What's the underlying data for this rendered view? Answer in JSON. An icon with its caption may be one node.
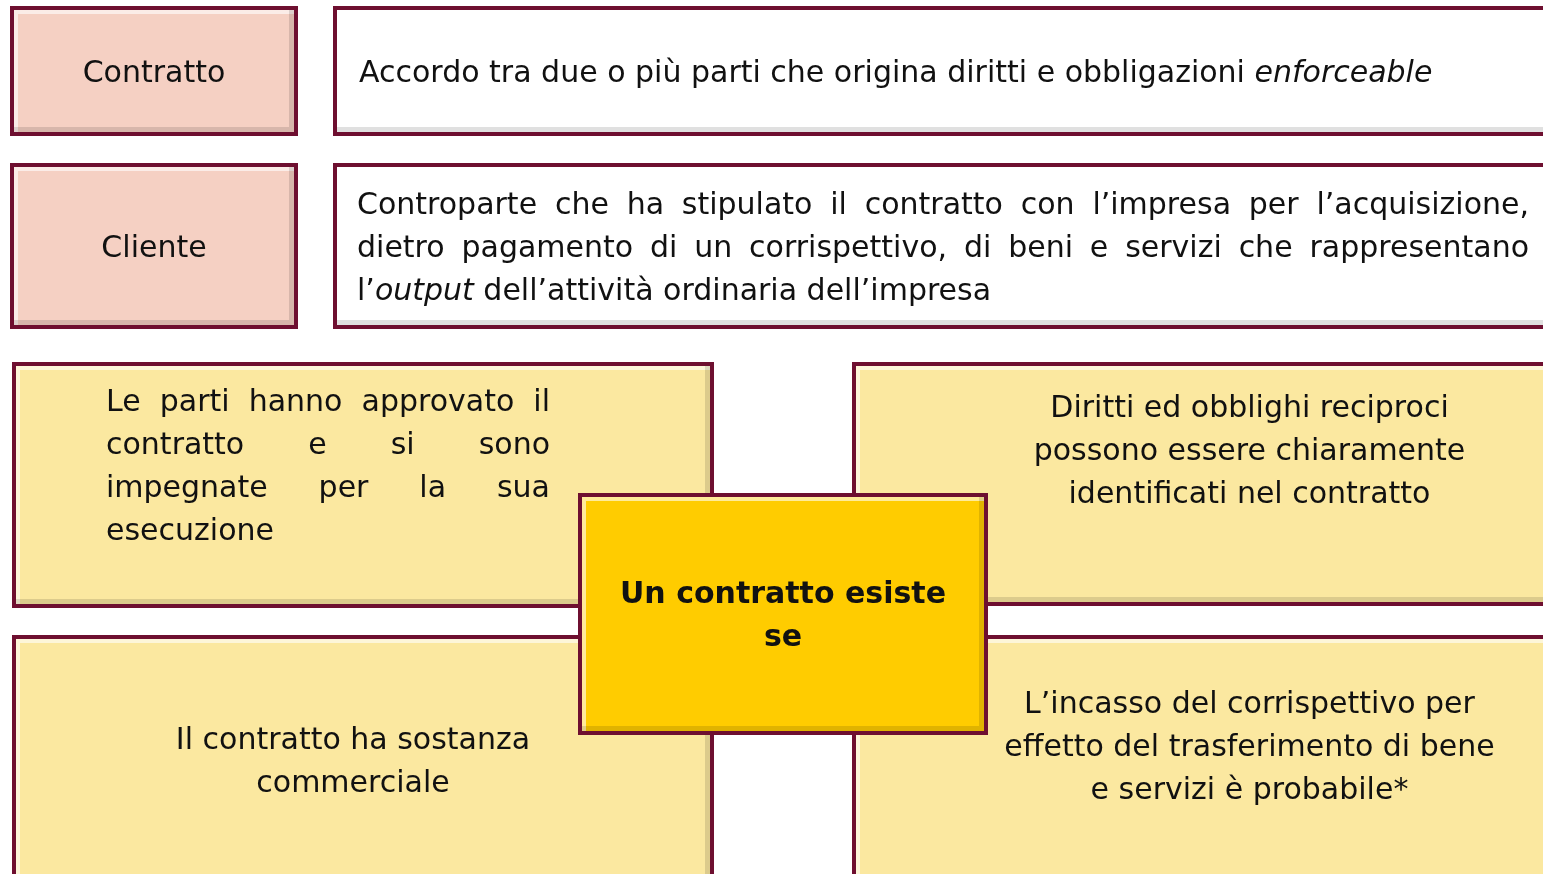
{
  "diagram": {
    "nodes": [
      {
        "text": [
          "Contratto"
        ]
      },
      {
        "text": [
          "Accordo tra due o più parti che origina diritti e obbligazioni *enforceable*"
        ]
      },
      {
        "text": [
          "Cliente"
        ]
      },
      {
        "text": [
          "Controparte che ha stipulato il contratto con l’impresa per l’acquisizione, dietro pagamento di un corrispettivo, di beni e servizi che rappresentano l’*output* dell’attività ordinaria dell’impresa"
        ]
      },
      {
        "text": [
          "Le parti hanno approvato il contratto e si sono impegnate per la sua esecuzione"
        ]
      },
      {
        "text": [
          "Diritti ed obblighi reciproci possono essere chiaramente identificati nel contratto"
        ]
      },
      {
        "text": [
          "Un contratto esiste se"
        ]
      },
      {
        "text": [
          "Il contratto ha sostanza commerciale"
        ]
      },
      {
        "text": [
          "L’incasso del corrispettivo per effetto del trasferimento di bene e servizi è probabile*"
        ]
      }
    ]
  }
}
